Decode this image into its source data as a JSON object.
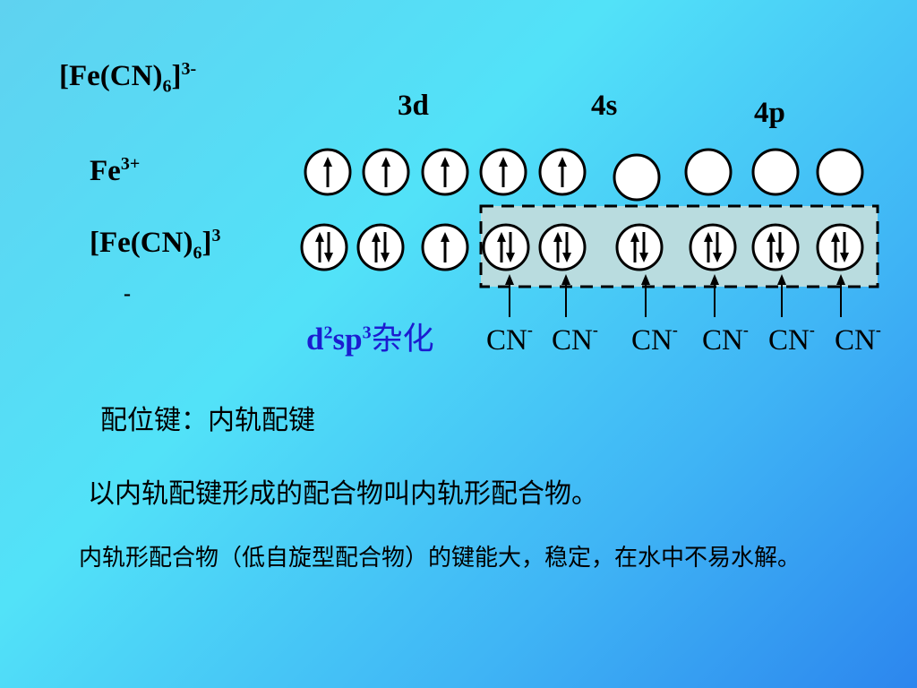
{
  "header": {
    "formula_base": "[Fe(CN)",
    "formula_sub": "6",
    "formula_close": "]",
    "formula_charge": "3-"
  },
  "rows": {
    "fe_ion": {
      "base": "Fe",
      "charge": "3+"
    },
    "complex": {
      "base": "[Fe(CN)",
      "sub": "6",
      "close": "]",
      "charge": "3",
      "charge_tail": "-"
    }
  },
  "orbital_labels": {
    "d3": "3d",
    "s4": "4s",
    "p4": "4p"
  },
  "orbitals": {
    "fe_ion_row": [
      "up",
      "up",
      "up",
      "up",
      "up",
      "empty",
      "empty",
      "empty",
      "empty"
    ],
    "complex_row": [
      "pair",
      "pair",
      "up",
      "pair",
      "pair",
      "pair",
      "pair",
      "pair",
      "pair"
    ]
  },
  "hybrid": {
    "d": "d",
    "d_sup": "2",
    "sp": "sp",
    "sp_sup": "3",
    "cn_text": "杂化"
  },
  "ligands": [
    {
      "base": "CN",
      "charge": "-"
    },
    {
      "base": "CN",
      "charge": "-"
    },
    {
      "base": "CN",
      "charge": "-"
    },
    {
      "base": "CN",
      "charge": "-"
    },
    {
      "base": "CN",
      "charge": "-"
    },
    {
      "base": "CN",
      "charge": "-"
    }
  ],
  "text": {
    "bond_type": "配位键：内轨配键",
    "definition": "以内轨配键形成的配合物叫内轨形配合物。",
    "property": "内轨形配合物（低自旋型配合物）的键能大，稳定，在水中不易水解。"
  },
  "colors": {
    "hybrid_label": "#1c1cd0",
    "hybrid_box_fill": "#b9dcdf",
    "orbital_fill": "#ffffff",
    "ink": "#000000"
  }
}
